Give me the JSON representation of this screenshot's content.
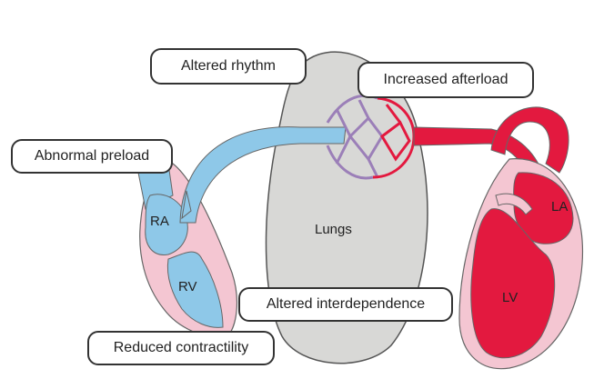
{
  "callouts": {
    "altered_rhythm": "Altered rhythm",
    "increased_afterload": "Increased afterload",
    "abnormal_preload": "Abnormal preload",
    "altered_interdependence": "Altered interdependence",
    "reduced_contractility": "Reduced contractility"
  },
  "labels": {
    "ra": "RA",
    "rv": "RV",
    "la": "LA",
    "lv": "LV",
    "lungs": "Lungs"
  },
  "colors": {
    "deoxygenated_blue": "#8ec8e8",
    "oxygenated_red": "#e3193f",
    "pericardium_pink": "#f4c6d2",
    "lung_gray": "#d8d8d6",
    "capillary_purple": "#9b7fb8",
    "outline": "#333333"
  }
}
